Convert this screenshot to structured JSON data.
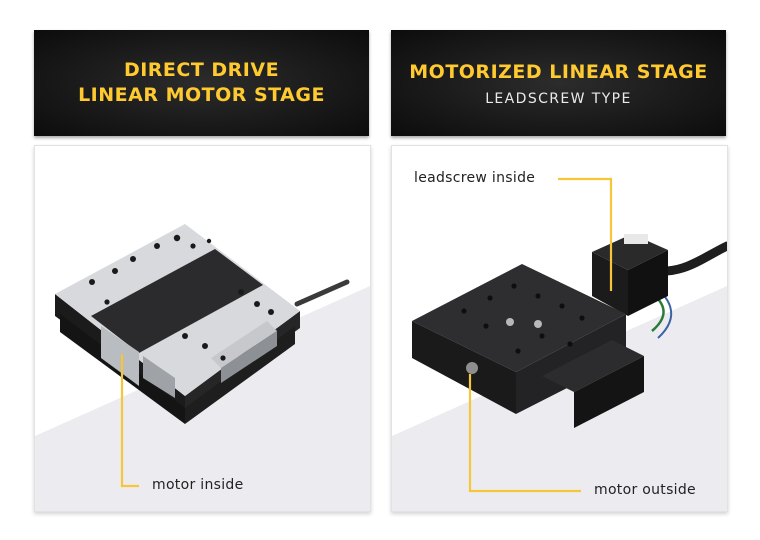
{
  "left_panel": {
    "title": "DIRECT DRIVE\nLINEAR MOTOR STAGE",
    "callout": "motor inside"
  },
  "right_panel": {
    "title": "MOTORIZED LINEAR STAGE",
    "subtitle": "LEADSCREW TYPE",
    "callout_top": "leadscrew inside",
    "callout_bottom": "motor outside"
  },
  "colors": {
    "header_bg": "#151515",
    "title_accent": "#ffc930",
    "leader_line": "#f6c53a"
  }
}
